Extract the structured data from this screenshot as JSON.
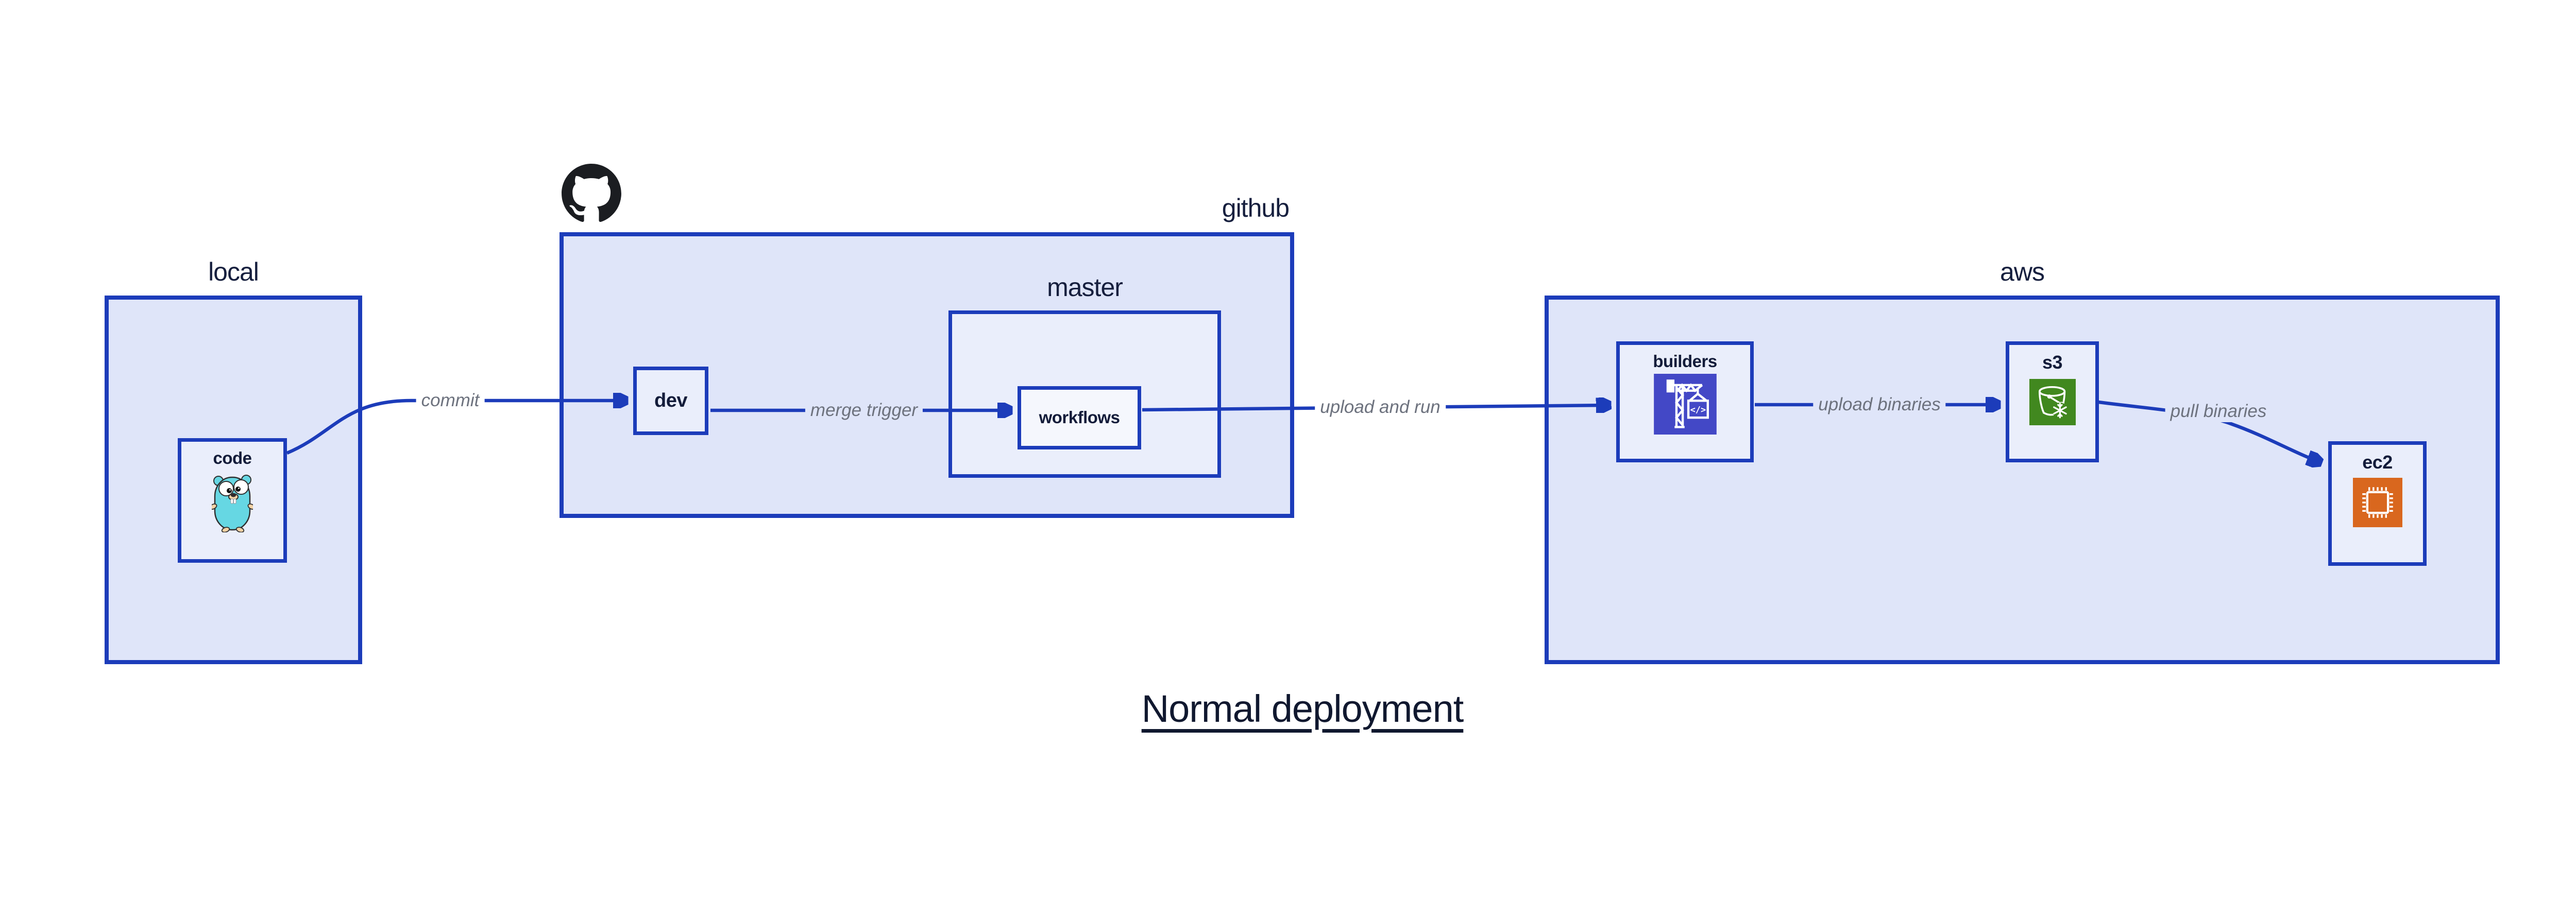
{
  "title": "Normal deployment",
  "groups": {
    "local": {
      "label": "local"
    },
    "github": {
      "label": "github"
    },
    "master": {
      "label": "master"
    },
    "aws": {
      "label": "aws"
    }
  },
  "nodes": {
    "code": {
      "label": "code",
      "icon": "go-gopher-icon"
    },
    "dev": {
      "label": "dev"
    },
    "workflows": {
      "label": "workflows"
    },
    "builders": {
      "label": "builders",
      "icon": "crane-icon",
      "icon_text": "</>"
    },
    "s3": {
      "label": "s3",
      "icon": "s3-bucket-icon"
    },
    "ec2": {
      "label": "ec2",
      "icon": "ec2-chip-icon"
    }
  },
  "edges": {
    "commit": {
      "label": "commit"
    },
    "merge_trigger": {
      "label": "merge trigger"
    },
    "upload_and_run": {
      "label": "upload and run"
    },
    "upload_binaries": {
      "label": "upload binaries"
    },
    "pull_binaries": {
      "label": "pull binaries"
    }
  },
  "icons": {
    "github_mark": "github-octocat-icon"
  },
  "colors": {
    "background": "#ffffff",
    "container_fill": "#dfe5f9",
    "node_fill": "#eaeefb",
    "inner_node_fill": "#f5f7fd",
    "border_blue": "#1c3cba",
    "arrow_blue": "#1c3cba",
    "heading_navy": "#161f3e",
    "edge_label_gray": "#6d727e",
    "octocat_black": "#1b1d21",
    "builders_indigo": "#4348c6",
    "s3_green": "#41881f",
    "ec2_orange": "#d9671e",
    "gopher_teal": "#66d7e3"
  }
}
